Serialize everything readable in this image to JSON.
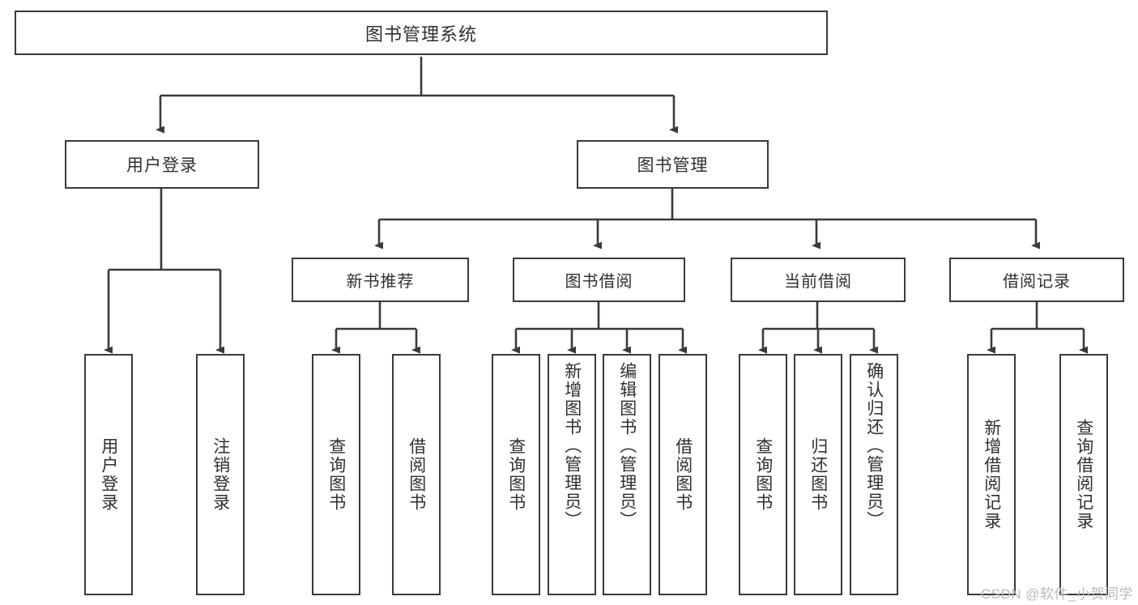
{
  "diagram": {
    "type": "hierarchy-tree",
    "title": "图书管理系统",
    "watermark": "CSDN @软件_小贺同学",
    "colors": {
      "box_border": "#3a3a3a",
      "box_fill": "#ffffff",
      "edge": "#3a3a3a",
      "text": "#2f2f2f",
      "watermark": "#b9b9b9",
      "background": "#ffffff"
    },
    "root": {
      "label": "图书管理系统"
    },
    "level1": [
      {
        "label": "用户登录"
      },
      {
        "label": "图书管理"
      }
    ],
    "level2": [
      {
        "label": "新书推荐"
      },
      {
        "label": "图书借阅"
      },
      {
        "label": "当前借阅"
      },
      {
        "label": "借阅记录"
      }
    ],
    "leaves": {
      "user_login": [
        {
          "label": "用户登录"
        },
        {
          "label": "注销登录"
        }
      ],
      "new_book_recommend": [
        {
          "label": "查询图书"
        },
        {
          "label": "借阅图书"
        }
      ],
      "book_borrow": [
        {
          "label": "查询图书"
        },
        {
          "label": "新增图书（管理员）"
        },
        {
          "label": "编辑图书（管理员）"
        },
        {
          "label": "借阅图书"
        }
      ],
      "current_borrow": [
        {
          "label": "查询图书"
        },
        {
          "label": "归还图书"
        },
        {
          "label": "确认归还（管理员）"
        }
      ],
      "borrow_record": [
        {
          "label": "新增借阅记录"
        },
        {
          "label": "查询借阅记录"
        }
      ]
    }
  }
}
